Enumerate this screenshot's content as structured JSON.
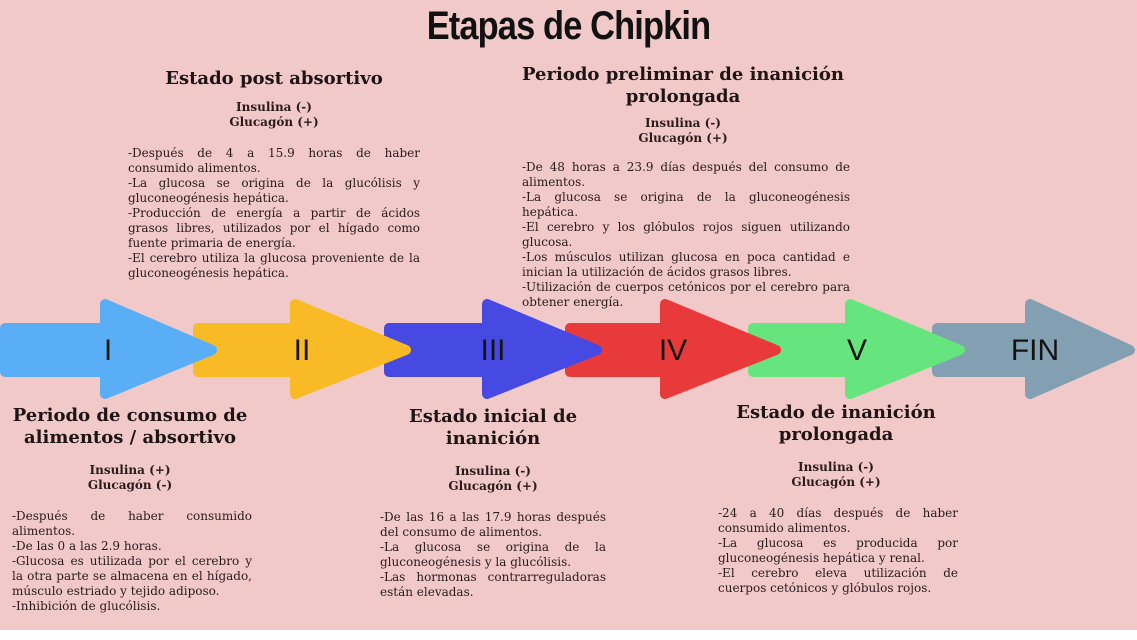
{
  "title": "Etapas de Chipkin",
  "colors": {
    "background": "#f2c9c9",
    "stage_I": "#5aaef5",
    "stage_II": "#f8bb26",
    "stage_III": "#4649e2",
    "stage_IV": "#e83a3a",
    "stage_V": "#66e47d",
    "stage_FIN": "#839fb2"
  },
  "arrows": [
    {
      "label": "I"
    },
    {
      "label": "II"
    },
    {
      "label": "III"
    },
    {
      "label": "IV"
    },
    {
      "label": "V"
    },
    {
      "label": "FIN"
    }
  ],
  "stages": [
    {
      "numeral": "I",
      "title_lines": [
        "Periodo de consumo de",
        "alimentos / absortivo"
      ],
      "insulina": "Insulina (+)",
      "glucagon": "Glucagón (-)",
      "description": [
        "-Después de haber consumido alimentos.",
        "-De las 0 a las 2.9 horas.",
        "-Glucosa es utilizada por el cerebro y la otra parte se almacena en el hígado, músculo estriado y tejido adiposo.",
        "-Inhibición de glucólisis."
      ]
    },
    {
      "numeral": "II",
      "title_lines": [
        "Estado post absortivo"
      ],
      "insulina": "Insulina (-)",
      "glucagon": "Glucagón (+)",
      "description": [
        "-Después de 4 a 15.9 horas de haber consumido alimentos.",
        "-La glucosa se origina de la glucólisis y gluconeogénesis hepática.",
        "-Producción de energía a partir de ácidos grasos libres, utilizados por el hígado como fuente primaria de energía.",
        "-El cerebro utiliza la glucosa proveniente de la gluconeogénesis hepática."
      ]
    },
    {
      "numeral": "III",
      "title_lines": [
        "Estado inicial de",
        "inanición"
      ],
      "insulina": "Insulina (-)",
      "glucagon": "Glucagón (+)",
      "description": [
        "-De las 16 a las 17.9 horas después del consumo de alimentos.",
        "-La glucosa se origina de la gluconeogénesis y la glucólisis.",
        "-Las hormonas contrarreguladoras están elevadas."
      ]
    },
    {
      "numeral": "IV",
      "title_lines": [
        "Periodo preliminar de inanición",
        "prolongada"
      ],
      "insulina": "Insulina (-)",
      "glucagon": "Glucagón (+)",
      "description": [
        "-De 48 horas a 23.9 días después del consumo de alimentos.",
        "-La glucosa se origina de la gluconeogénesis hepática.",
        "-El cerebro y los glóbulos rojos siguen utilizando glucosa.",
        "-Los músculos utilizan glucosa en poca cantidad e inician la utilización de ácidos grasos libres.",
        "-Utilización de cuerpos cetónicos por el cerebro para obtener energía."
      ]
    },
    {
      "numeral": "V",
      "title_lines": [
        "Estado de inanición",
        "prolongada"
      ],
      "insulina": "Insulina (-)",
      "glucagon": "Glucagón (+)",
      "description": [
        "-24 a 40 días después de haber consumido alimentos.",
        "-La glucosa es producida por gluconeogénesis hepática y renal.",
        "-El cerebro eleva utilización de cuerpos cetónicos y glóbulos rojos."
      ]
    }
  ]
}
